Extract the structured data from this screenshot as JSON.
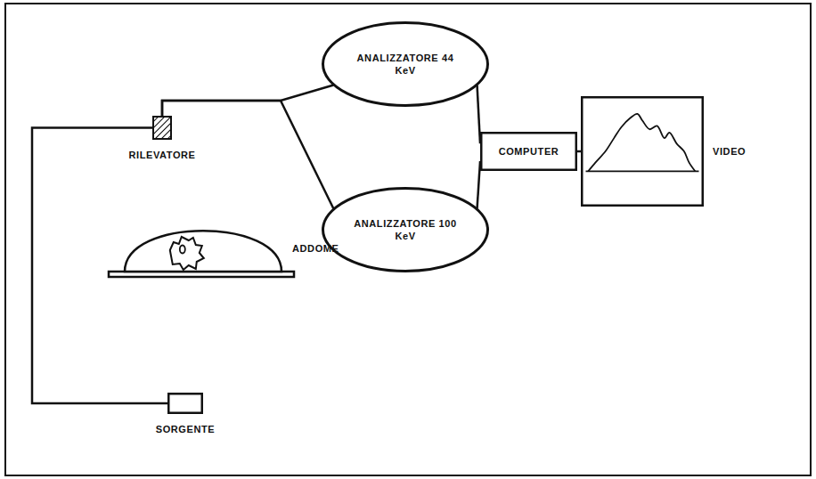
{
  "diagram": {
    "nodes": [
      {
        "text": [
          "ANALIZZATORE 44 KeV"
        ]
      },
      {
        "text": [
          "RILEVATORE"
        ]
      },
      {
        "text": [
          "COMPUTER"
        ]
      },
      {
        "text": [
          "VIDEO"
        ]
      },
      {
        "text": [
          "ANALIZZATORE 100 KeV"
        ]
      },
      {
        "text": [
          "ADDOME"
        ]
      },
      {
        "text": [
          "SORGENTE"
        ]
      }
    ],
    "edges": [
      {
        "from": 1,
        "to": 0,
        "arrow": "none"
      },
      {
        "from": 1,
        "to": 4,
        "arrow": "none"
      },
      {
        "from": 0,
        "to": 2,
        "arrow": "none"
      },
      {
        "from": 4,
        "to": 2,
        "arrow": "none"
      },
      {
        "from": 2,
        "to": 3,
        "arrow": "none"
      },
      {
        "from": 6,
        "to": 1,
        "arrow": "none"
      }
    ]
  }
}
